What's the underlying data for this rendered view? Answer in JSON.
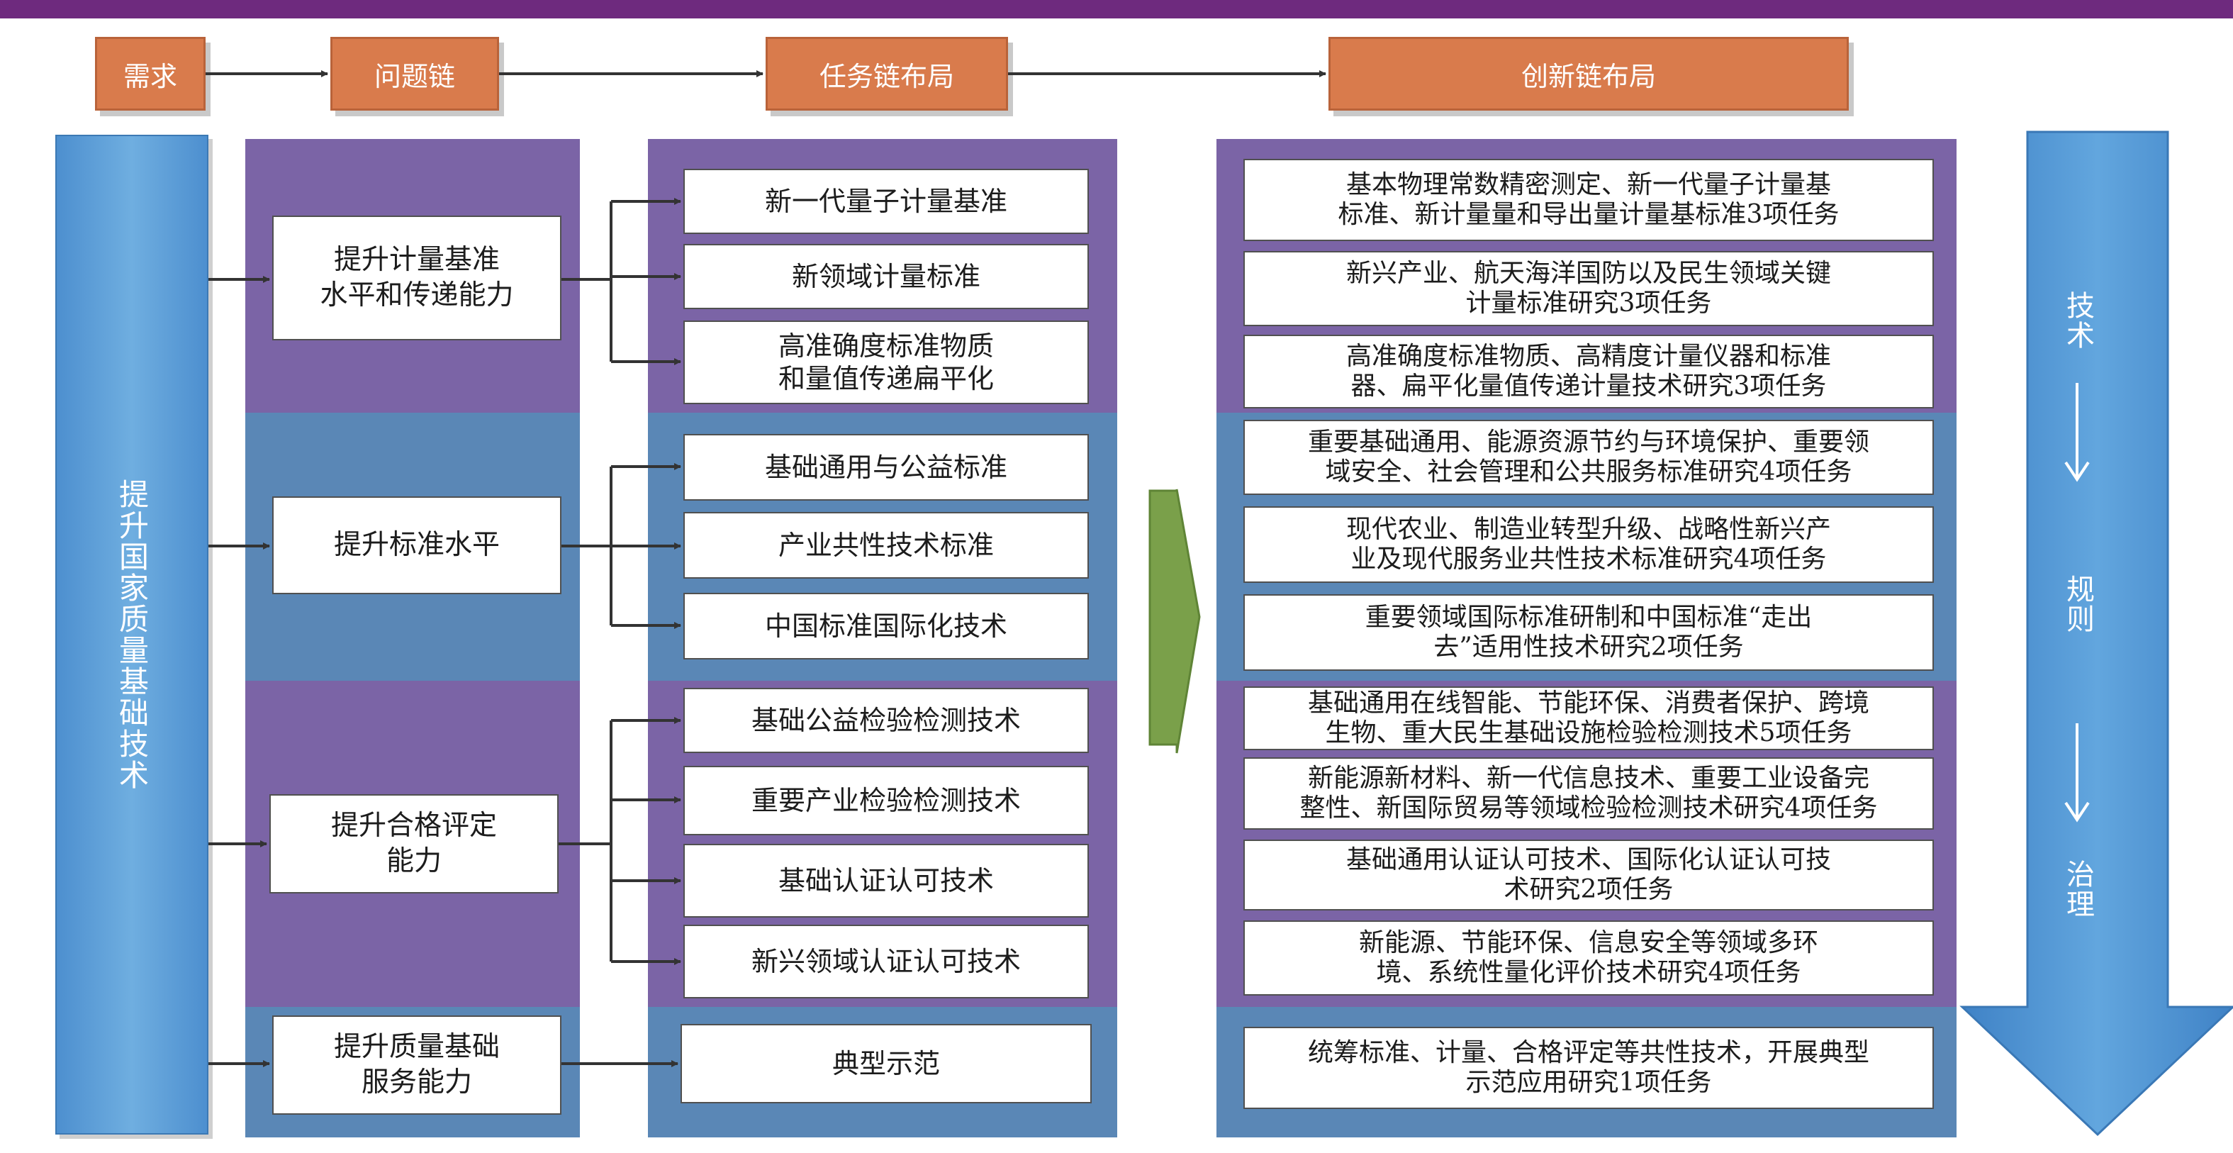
{
  "headers": {
    "demand": "需求",
    "problem_chain": "问题链",
    "task_chain": "任务链布局",
    "innovation_chain": "创新链布局"
  },
  "left_column": "提升国家质量基础技术",
  "problems": [
    "提升计量基准\n水平和传递能力",
    "提升标准水平",
    "提升合格评定\n能力",
    "提升质量基础\n服务能力"
  ],
  "tasks": [
    "新一代量子计量基准",
    "新领域计量标准",
    "高准确度标准物质\n和量值传递扁平化",
    "基础通用与公益标准",
    "产业共性技术标准",
    "中国标准国际化技术",
    "基础公益检验检测技术",
    "重要产业检验检测技术",
    "基础认证认可技术",
    "新兴领域认证认可技术",
    "典型示范"
  ],
  "innovations": [
    "基本物理常数精密测定、新一代量子计量基\n标准、新计量量和导出量计量基标准3项任务",
    "新兴产业、航天海洋国防以及民生领域关键\n计量标准研究3项任务",
    "高准确度标准物质、高精度计量仪器和标准\n器、扁平化量值传递计量技术研究3项任务",
    "重要基础通用、能源资源节约与环境保护、重要领\n域安全、社会管理和公共服务标准研究4项任务",
    "现代农业、制造业转型升级、战略性新兴产\n业及现代服务业共性技术标准研究4项任务",
    "重要领域国际标准研制和中国标准“走出\n去”适用性技术研究2项任务",
    "基础通用在线智能、节能环保、消费者保护、跨境\n生物、重大民生基础设施检验检测技术5项任务",
    "新能源新材料、新一代信息技术、重要工业设备完\n整性、新国际贸易等领域检验检测技术研究4项任务",
    "基础通用认证认可技术、国际化认证认可技\n术研究2项任务",
    "新能源、节能环保、信息安全等领域多环\n境、系统性量化评价技术研究4项任务",
    "统筹标准、计量、合格评定等共性技术，开展典型\n示范应用研究1项任务"
  ],
  "right_arrow": {
    "label_1": "技术",
    "label_2": "规则",
    "label_3": "治理"
  },
  "colors": {
    "header_orange": "#d97b4c",
    "band_purple": "#7b64a6",
    "band_blue": "#5a87b6",
    "arrow_blue": "#4d8fcf",
    "big_arrow_green": "#7aa04a",
    "top_bar": "#6e2a7e"
  }
}
